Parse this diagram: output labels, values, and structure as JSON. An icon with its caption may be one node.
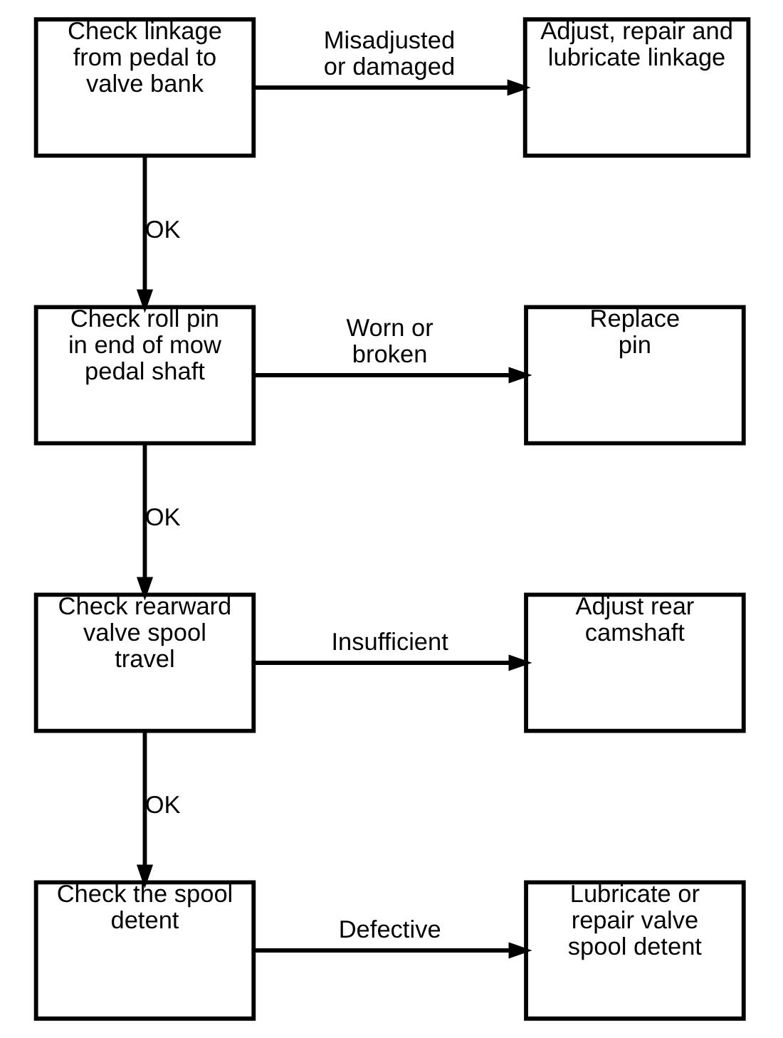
{
  "diagram": {
    "nodes": [
      {
        "text": [
          "Check linkage from pedal to valve bank"
        ]
      },
      {
        "text": [
          "Adjust, repair and lubricate linkage"
        ]
      },
      {
        "text": [
          "Check roll pin in end of mow pedal shaft"
        ]
      },
      {
        "text": [
          "Replace pin"
        ]
      },
      {
        "text": [
          "Check rearward valve spool travel"
        ]
      },
      {
        "text": [
          "Adjust rear camshaft"
        ]
      },
      {
        "text": [
          "Check the spool detent"
        ]
      },
      {
        "text": [
          "Lubricate or repair valve spool detent"
        ]
      }
    ],
    "edges": [
      {
        "from": 0,
        "to": 1,
        "arrow": "to",
        "label": "Misadjusted or damaged"
      },
      {
        "from": 0,
        "to": 2,
        "arrow": "to",
        "label": "OK"
      },
      {
        "from": 2,
        "to": 3,
        "arrow": "to",
        "label": "Worn or broken"
      },
      {
        "from": 2,
        "to": 4,
        "arrow": "to",
        "label": "OK"
      },
      {
        "from": 4,
        "to": 5,
        "arrow": "to",
        "label": "Insufficient"
      },
      {
        "from": 4,
        "to": 6,
        "arrow": "to",
        "label": "OK"
      },
      {
        "from": 6,
        "to": 7,
        "arrow": "to",
        "label": "Defective"
      }
    ]
  }
}
